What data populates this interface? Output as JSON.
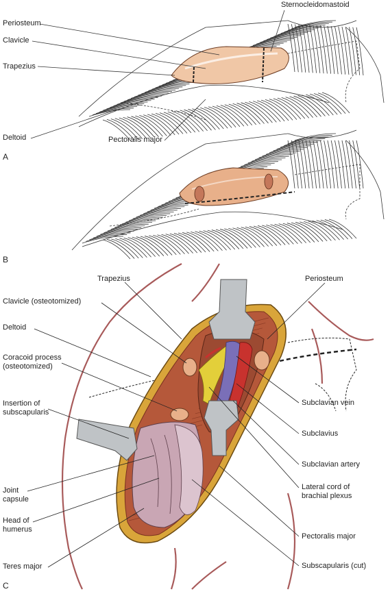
{
  "panel_a": {
    "letter": "A",
    "labels": {
      "periosteum": "Periosteum",
      "clavicle": "Clavicle",
      "trapezius": "Trapezius",
      "deltoid": "Deltoid",
      "pectoralis_major": "Pectoralis major",
      "sternocleidomastoid": "Sternocleidomastoid"
    }
  },
  "panel_b": {
    "letter": "B"
  },
  "panel_c": {
    "letter": "C",
    "labels": {
      "trapezius": "Trapezius",
      "periosteum": "Periosteum",
      "clavicle_osteotomized": "Clavicle (osteotomized)",
      "deltoid": "Deltoid",
      "coracoid_process": "Coracoid process\n(osteotomized)",
      "insertion_subscapularis": "Insertion of\nsubscapularis",
      "joint_capsule": "Joint\ncapsule",
      "head_of_humerus": "Head of\nhumerus",
      "teres_major": "Teres major",
      "subclavian_vein": "Subclavian vein",
      "subclavius": "Subclavius",
      "subclavian_artery": "Subclavian artery",
      "lateral_cord": "Lateral cord of\nbrachial plexus",
      "pectoralis_major": "Pectoralis major",
      "subscapularis_cut": "Subscapularis (cut)"
    }
  },
  "colors": {
    "muscle": "#b5583a",
    "muscle_dark": "#8a3a24",
    "bone": "#e8b08a",
    "fat": "#d9a53a",
    "vein": "#7a6fb8",
    "artery": "#c8322e",
    "nerve": "#e3cf3a",
    "retractor": "#bfc3c6",
    "skin_line": "#a85a5a"
  }
}
